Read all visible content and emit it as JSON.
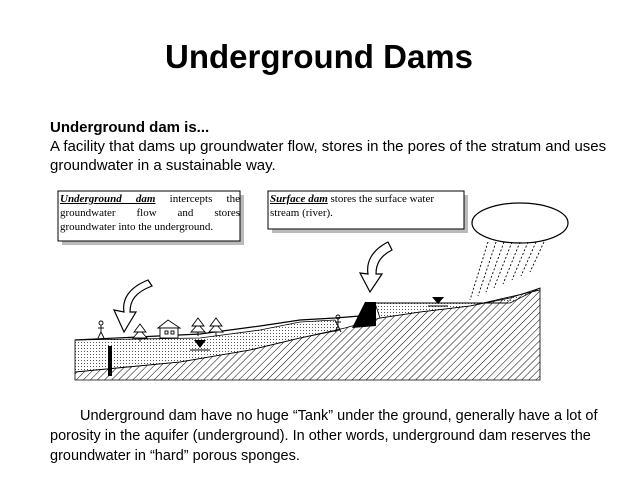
{
  "title": "Underground Dams",
  "definition": {
    "term": "Underground dam is...",
    "text": "A facility that dams up groundwater flow, stores in the pores of the stratum and uses groundwater in a sustainable way."
  },
  "diagram": {
    "callout_underground": {
      "term": "Underground dam",
      "text": " intercepts the groundwater flow and stores groundwater into the underground."
    },
    "callout_surface": {
      "term": "Surface dam",
      "text": " stores the surface water stream (river)."
    }
  },
  "note": "Underground dam have no huge “Tank” under the ground, generally have a lot of porosity in the aquifer (underground). In other words, underground dam reserves the groundwater in “hard” porous sponges."
}
